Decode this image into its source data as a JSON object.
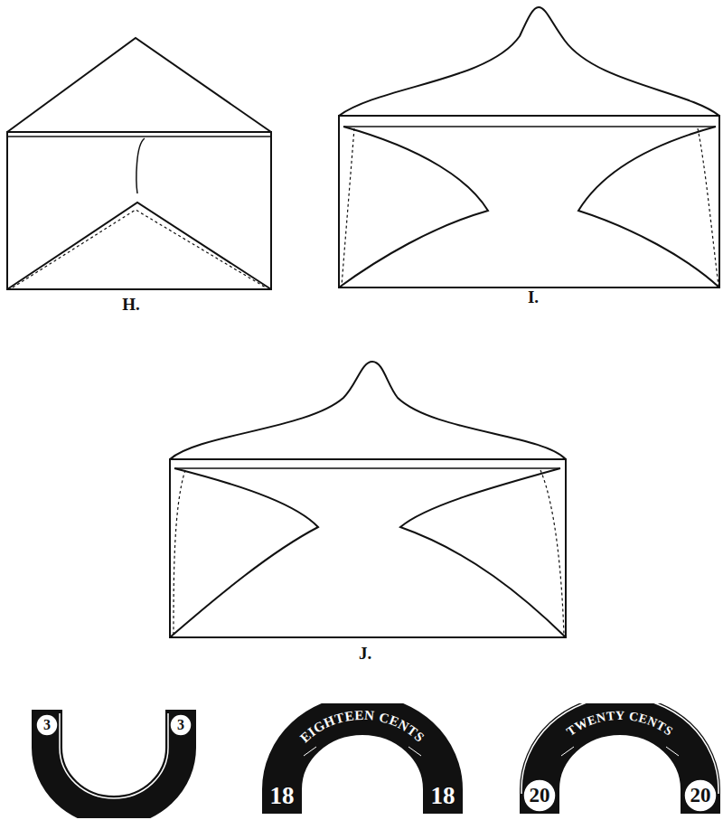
{
  "diagram": {
    "nodes": [
      {
        "text": [
          "3",
          "3"
        ]
      },
      {
        "text": [
          "EIGHTEEN CENTS",
          "18",
          "18"
        ]
      },
      {
        "text": [
          "TWENTY CENTS",
          "20",
          "20"
        ]
      }
    ],
    "labels": [
      "H.",
      "I.",
      "J."
    ]
  }
}
